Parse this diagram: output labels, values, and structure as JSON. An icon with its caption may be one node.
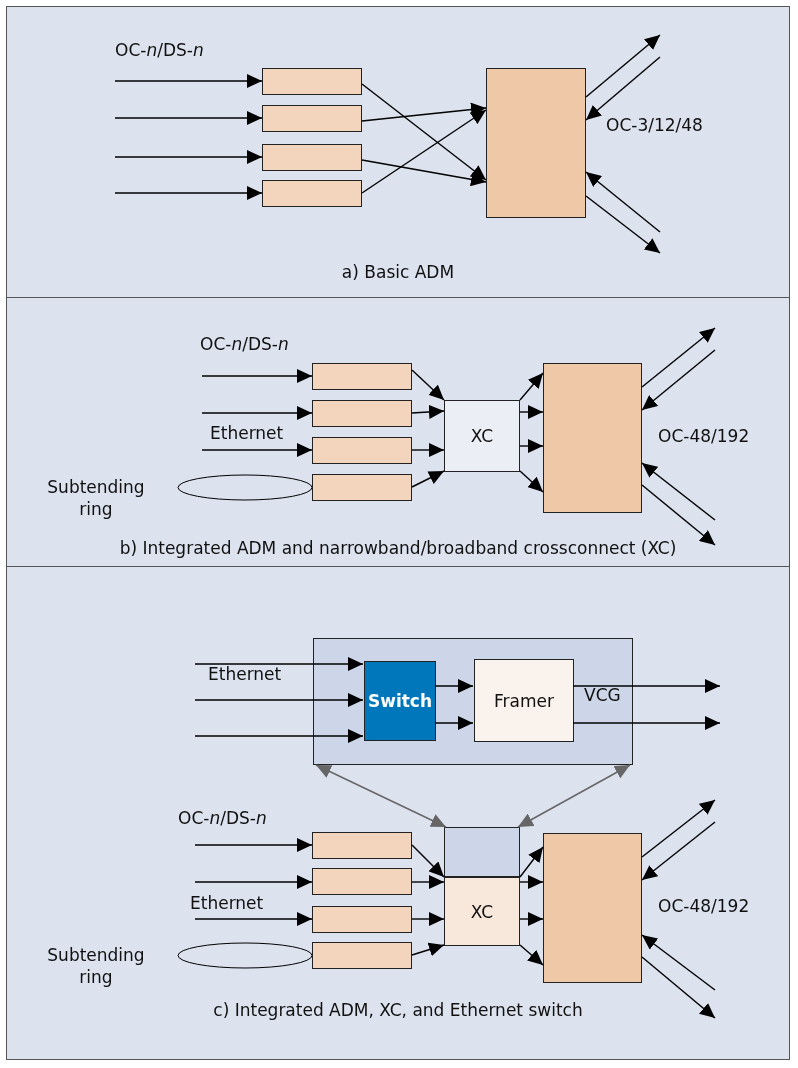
{
  "diagram": {
    "nodes": [
      {
        "text": [],
        "shape": "box"
      },
      {
        "text": [],
        "shape": "box"
      },
      {
        "text": [],
        "shape": "box"
      },
      {
        "text": [],
        "shape": "box"
      },
      {
        "text": [],
        "shape": "box"
      },
      {
        "text": [],
        "shape": "box"
      },
      {
        "text": [],
        "shape": "box"
      },
      {
        "text": [],
        "shape": "box"
      },
      {
        "text": [],
        "shape": "box"
      },
      {
        "text": [
          "XC"
        ]
      },
      {
        "text": [],
        "shape": "box"
      },
      {
        "text": [],
        "shape": "ellipse",
        "beside": [
          "Subtending ring"
        ]
      },
      {
        "text": [],
        "shape": "box"
      },
      {
        "text": [
          "Switch"
        ],
        "in": 12
      },
      {
        "text": [
          "Framer"
        ],
        "in": 12
      },
      {
        "text": [],
        "shape": "box"
      },
      {
        "text": [
          "XC"
        ]
      },
      {
        "text": [],
        "shape": "box"
      },
      {
        "text": [],
        "shape": "box"
      },
      {
        "text": [],
        "shape": "box"
      },
      {
        "text": [],
        "shape": "box"
      },
      {
        "text": [],
        "shape": "ellipse",
        "beside": [
          "Subtending ring"
        ]
      },
      {
        "text": [],
        "shape": "box"
      }
    ],
    "edges": [
      {
        "from": null,
        "to": 0,
        "arrow": "to"
      },
      {
        "from": null,
        "to": 1,
        "arrow": "to"
      },
      {
        "from": null,
        "to": 2,
        "arrow": "to"
      },
      {
        "from": null,
        "to": 3,
        "arrow": "to"
      },
      {
        "from": 0,
        "to": 4,
        "arrow": "to"
      },
      {
        "from": 1,
        "to": 4,
        "arrow": "to"
      },
      {
        "from": 2,
        "to": 4,
        "arrow": "to"
      },
      {
        "from": 3,
        "to": 4,
        "arrow": "to"
      },
      {
        "from": 4,
        "to": null,
        "arrow": "to"
      },
      {
        "from": null,
        "to": 4,
        "arrow": "to"
      },
      {
        "from": null,
        "to": 4,
        "arrow": "to"
      },
      {
        "from": 4,
        "to": null,
        "arrow": "to"
      },
      {
        "from": null,
        "to": 5,
        "arrow": "to"
      },
      {
        "from": null,
        "to": 6,
        "arrow": "to"
      },
      {
        "from": null,
        "to": 7,
        "arrow": "to"
      },
      {
        "from": 5,
        "to": 9,
        "arrow": "to"
      },
      {
        "from": 6,
        "to": 9,
        "arrow": "to"
      },
      {
        "from": 7,
        "to": 9,
        "arrow": "to"
      },
      {
        "from": 8,
        "to": 9,
        "arrow": "to"
      },
      {
        "from": 9,
        "to": 10,
        "arrow": "to"
      },
      {
        "from": 9,
        "to": 10,
        "arrow": "to"
      },
      {
        "from": 9,
        "to": 10,
        "arrow": "to"
      },
      {
        "from": 9,
        "to": 10,
        "arrow": "to"
      },
      {
        "from": 10,
        "to": null,
        "arrow": "to"
      },
      {
        "from": null,
        "to": 10,
        "arrow": "to"
      },
      {
        "from": null,
        "to": 10,
        "arrow": "to"
      },
      {
        "from": 10,
        "to": null,
        "arrow": "to"
      },
      {
        "from": null,
        "to": 13,
        "arrow": "to"
      },
      {
        "from": null,
        "to": 13,
        "arrow": "to"
      },
      {
        "from": null,
        "to": 13,
        "arrow": "to"
      },
      {
        "from": 13,
        "to": 14,
        "arrow": "to"
      },
      {
        "from": 13,
        "to": 14,
        "arrow": "to"
      },
      {
        "from": 14,
        "to": null,
        "arrow": "to"
      },
      {
        "from": 14,
        "to": null,
        "arrow": "to"
      },
      {
        "from": 12,
        "to": 15,
        "arrow": "both",
        "color": "#666666"
      },
      {
        "from": 12,
        "to": 15,
        "arrow": "both",
        "color": "#666666"
      },
      {
        "from": null,
        "to": 17,
        "arrow": "to"
      },
      {
        "from": null,
        "to": 18,
        "arrow": "to"
      },
      {
        "from": null,
        "to": 19,
        "arrow": "to"
      },
      {
        "from": 17,
        "to": 16,
        "arrow": "to"
      },
      {
        "from": 18,
        "to": 16,
        "arrow": "to"
      },
      {
        "from": 19,
        "to": 16,
        "arrow": "to"
      },
      {
        "from": 20,
        "to": 16,
        "arrow": "to"
      },
      {
        "from": 16,
        "to": 22,
        "arrow": "to"
      },
      {
        "from": 16,
        "to": 22,
        "arrow": "to"
      },
      {
        "from": 16,
        "to": 22,
        "arrow": "to"
      },
      {
        "from": 16,
        "to": 22,
        "arrow": "to"
      },
      {
        "from": 22,
        "to": null,
        "arrow": "to"
      },
      {
        "from": null,
        "to": 22,
        "arrow": "to"
      },
      {
        "from": null,
        "to": 22,
        "arrow": "to"
      },
      {
        "from": 22,
        "to": null,
        "arrow": "to"
      }
    ],
    "labels": [
      "OC-*n*/DS-*n*",
      "OC-3/12/48",
      "a) Basic ADM",
      "OC-*n*/DS-*n*",
      "Ethernet",
      "OC-48/192",
      "b) Integrated ADM and narrowband/broadband crossconnect (XC)",
      "Ethernet",
      "VCG",
      "OC-*n*/DS-*n*",
      "Ethernet",
      "OC-48/192",
      "c) Integrated ADM, XC, and Ethernet switch"
    ]
  }
}
